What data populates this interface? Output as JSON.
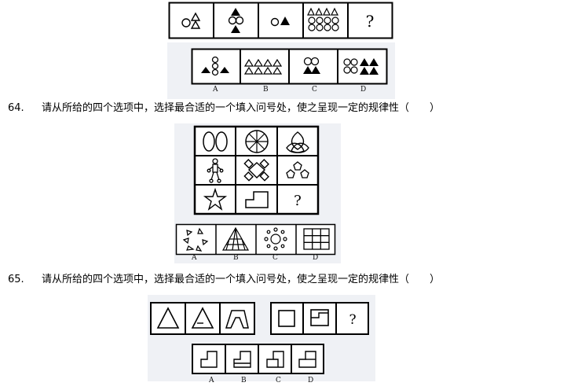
{
  "q63": {
    "unknown_mark": "?",
    "option_labels": [
      "A",
      "B",
      "C",
      "D"
    ]
  },
  "q64": {
    "number": "64.",
    "prompt": "请从所给的四个选项中，选择最合适的一个填入问号处，使之呈现一定的规律性（　　）",
    "unknown_mark": "?",
    "option_labels": [
      "A",
      "B",
      "C",
      "D"
    ]
  },
  "q65": {
    "number": "65.",
    "prompt": "请从所给的四个选项中，选择最合适的一个填入问号处，使之呈现一定的规律性（　　）",
    "unknown_mark": "?",
    "option_labels": [
      "A",
      "B",
      "C",
      "D"
    ]
  },
  "icons": [
    "circle-triangle-icon",
    "filled-triangle-icon",
    "pentagon-icon",
    "star-icon",
    "l-shape-icon",
    "grid-icon",
    "sun-icon"
  ]
}
